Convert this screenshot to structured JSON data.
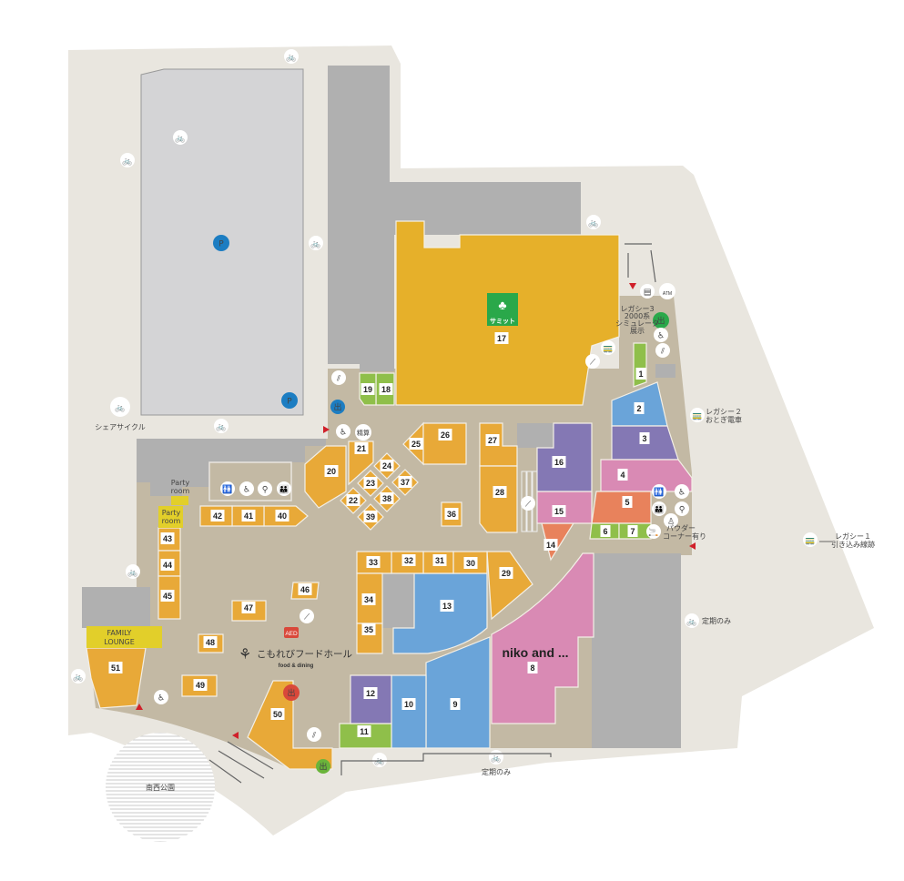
{
  "unit_labels": [
    "1",
    "2",
    "3",
    "4",
    "5",
    "6",
    "7",
    "8",
    "9",
    "10",
    "11",
    "12",
    "13",
    "14",
    "15",
    "16",
    "17",
    "18",
    "19",
    "20",
    "21",
    "22",
    "23",
    "24",
    "25",
    "26",
    "27",
    "28",
    "29",
    "30",
    "31",
    "32",
    "33",
    "34",
    "35",
    "36",
    "37",
    "38",
    "39",
    "40",
    "41",
    "42",
    "43",
    "44",
    "45",
    "46",
    "47",
    "48",
    "49",
    "50",
    "51"
  ],
  "labels": {
    "niko": "niko and ...",
    "food_hall": "こもれびフードホール",
    "food_hall_sub": "food & dining",
    "family_lounge_1": "FAMILY",
    "family_lounge_2": "LOUNGE",
    "party_room_a1": "Party",
    "party_room_a2": "room",
    "party_room_b1": "Party",
    "party_room_b2": "room",
    "share_cycle": "シェアサイクル",
    "legacy2_1": "レガシー２",
    "legacy2_2": "おとぎ電車",
    "legacy1_1": "レガシー１",
    "legacy1_2": "引き込み線跡",
    "legacy3_1": "レガシー3",
    "legacy3_2": "2000系",
    "legacy3_3": "シミュレータ",
    "legacy3_4": "展示",
    "commuter_only_1": "定期のみ",
    "commuter_only_2": "定期のみ",
    "park": "南西公園",
    "aed": "AED",
    "payment": "精算",
    "powder_1": "パウダー",
    "powder_2": "コーナー有り",
    "summit_logo": "サミット",
    "atm": "ATM"
  },
  "colors": {
    "site": "#e9e6df",
    "floor": "#c3b9a4",
    "parking_light": "#d4d4d6",
    "back_gray": "#b0b0b0",
    "orange": "#e8a938",
    "supermarket": "#e6b02a",
    "green": "#8fbf4a",
    "blue": "#6aa4d9",
    "purple": "#8478b4",
    "pink": "#d98ab4",
    "salmon": "#e8825c",
    "yellow": "#e2cf2a",
    "entrance": "#d0202a",
    "info_blue": "#1c7dc2",
    "summit_green": "#2aa84a"
  }
}
